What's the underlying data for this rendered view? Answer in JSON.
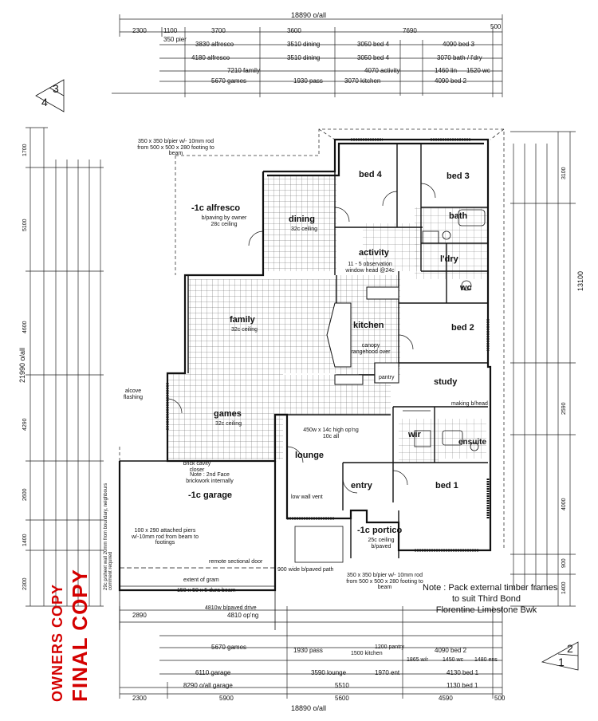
{
  "overall_dims": {
    "top_total": "18890 o/all",
    "bottom_total": "18890 o/all",
    "left_total": "21990 o/all",
    "right_total": "13100"
  },
  "top_segments": [
    "2300",
    "1100",
    "3700",
    "3600",
    "7690",
    "500"
  ],
  "bottom_segments": [
    "2300",
    "5900",
    "5600",
    "4590",
    "500"
  ],
  "top_rows": [
    [
      "350 pier",
      "3830 alfresco",
      "3510 dining",
      "3050 bed 4",
      "4090 bed 3"
    ],
    [
      "4180 alfresco",
      "3510 dining",
      "3050 bed 4",
      "3070 bath / l'dry"
    ],
    [
      "7210 family",
      "4070 activity",
      "1460 lin",
      "1520 wc"
    ],
    [
      "5670 games",
      "1930 pass",
      "3070 kitchen",
      "4090 bed 2"
    ]
  ],
  "bottom_rows": [
    [
      "2890",
      "4810 op'ng",
      "1930 pass",
      "4090 bed 2"
    ],
    [
      "5670 games",
      "1500 kitchen",
      "1200 pantry",
      "1865 w/r",
      "1450 wc",
      "1480 ens"
    ],
    [
      "6110 garage",
      "3590 lounge",
      "1970 ent",
      "4130 bed 1"
    ],
    [
      "8290 o/all garage",
      "5510",
      "1130 bed 1"
    ]
  ],
  "left_segments": [
    "1700",
    "5100",
    "4600",
    "4290",
    "2600",
    "1400",
    "2300"
  ],
  "right_segments": [
    "3100",
    "2590",
    "4000",
    "900",
    "1400"
  ],
  "rooms": {
    "alfresco": "-1c alfresco",
    "alfresco_note": "b/paving by owner 28c ceiling",
    "dining": "dining",
    "dining_note": "32c ceiling",
    "bed4": "bed 4",
    "bed3": "bed 3",
    "bath": "bath",
    "activity": "activity",
    "activity_note": "11 - 5 observation window head @24c",
    "ldry": "l'dry",
    "wc": "wc",
    "family": "family",
    "family_note": "32c ceiling",
    "kitchen": "kitchen",
    "kitchen_note": "canopy rangehood over",
    "bed2": "bed 2",
    "study": "study",
    "games": "games",
    "games_note": "32c ceiling",
    "lounge": "lounge",
    "lounge_note": "450w x 14c high op'ng 10c all",
    "wir": "wir",
    "ensuite": "ensuite",
    "bed1": "bed 1",
    "garage": "-1c garage",
    "garage_note": "Note : 2nd Face brickwork internally",
    "entry": "entry",
    "portico": "-1c portico",
    "portico_note": "25c ceiling b/paved"
  },
  "annotations": {
    "pier_note": "350 x 350 b/pier w/- 10mm rod from 500 x 500 x 280 footing to beam",
    "pier_note_bottom": "350 x 350 b/pier w/- 10mm rod from 500 x 500 x 280 footing to beam",
    "alcove": "alcove flashing",
    "remote_door": "remote sectional door",
    "extent_of_gram": "extent of gram",
    "beam": "150 x 50 x 5 dura beam",
    "driveway": "4810w b/paved drive",
    "path": "900 wide b/paved path",
    "cavity_closer": "brick cavity closer",
    "attached_piers": "100 x 290 attached piers w/-10mm rod from beam to footings",
    "pantry": "pantry",
    "makings": "making b/head",
    "low_wall": "low wall vent",
    "boundary_note": "29c p/sheet wall 20mm from boundary, neighbours comment required"
  },
  "note_lines": [
    "Note : Pack external timber frames",
    "to suit Third Bond",
    "Florentine Limestone Bwk"
  ],
  "stamp": {
    "line1": "OWNERS COPY",
    "line2": "FINAL COPY"
  },
  "page_marks": {
    "top_a": "3",
    "top_b": "4",
    "bottom_a": "2",
    "bottom_b": "1"
  }
}
